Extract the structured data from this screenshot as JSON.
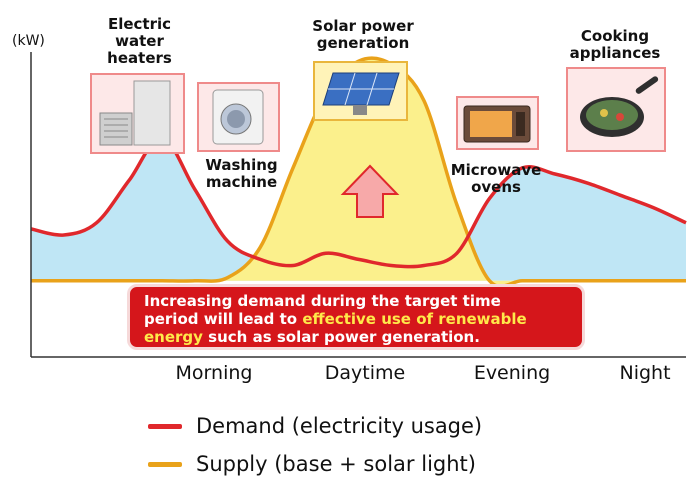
{
  "chart_data": {
    "type": "area",
    "ylabel": "(kW)",
    "categories": [
      "Morning",
      "Daytime",
      "Evening",
      "Night"
    ],
    "series": [
      {
        "name": "Demand (electricity usage)",
        "color": "#e0282c",
        "fill": "#bfe6f5",
        "x": [
          0,
          5,
          10,
          15,
          20,
          25,
          30,
          35,
          40,
          45,
          50,
          55,
          60,
          65,
          70,
          75,
          80,
          85,
          90,
          95,
          100
        ],
        "values": [
          42,
          40,
          44,
          58,
          72,
          55,
          38,
          32,
          30,
          34,
          32,
          30,
          30,
          34,
          52,
          62,
          60,
          57,
          53,
          49,
          44
        ]
      },
      {
        "name": "Supply (base + solar light)",
        "color": "#e9a21a",
        "fill": "#fbf08c",
        "x": [
          0,
          5,
          10,
          15,
          20,
          25,
          30,
          35,
          40,
          45,
          50,
          55,
          60,
          65,
          70,
          75,
          80,
          85,
          90,
          95,
          100
        ],
        "values": [
          25,
          25,
          25,
          25,
          25,
          25,
          26,
          36,
          62,
          86,
          97,
          96,
          84,
          50,
          25,
          25,
          25,
          25,
          25,
          25,
          25
        ]
      }
    ],
    "legend": "bottom"
  },
  "appliances": {
    "water_heaters": "Electric\nwater\nheaters",
    "washing": "Washing\nmachine",
    "solar": "Solar power\ngeneration",
    "microwave": "Microwave\novens",
    "cooking": "Cooking\nappliances"
  },
  "callout": {
    "line1": "Increasing demand during the target time",
    "line2_pre": "period will lead to ",
    "line2_hl": "effective use of renewable",
    "line3_hl": "energy",
    "line3_post": " such as solar power generation."
  },
  "icons": [
    "water-heater-icon",
    "washing-machine-icon",
    "solar-panel-icon",
    "microwave-icon",
    "frying-pan-icon",
    "up-arrow-icon"
  ]
}
